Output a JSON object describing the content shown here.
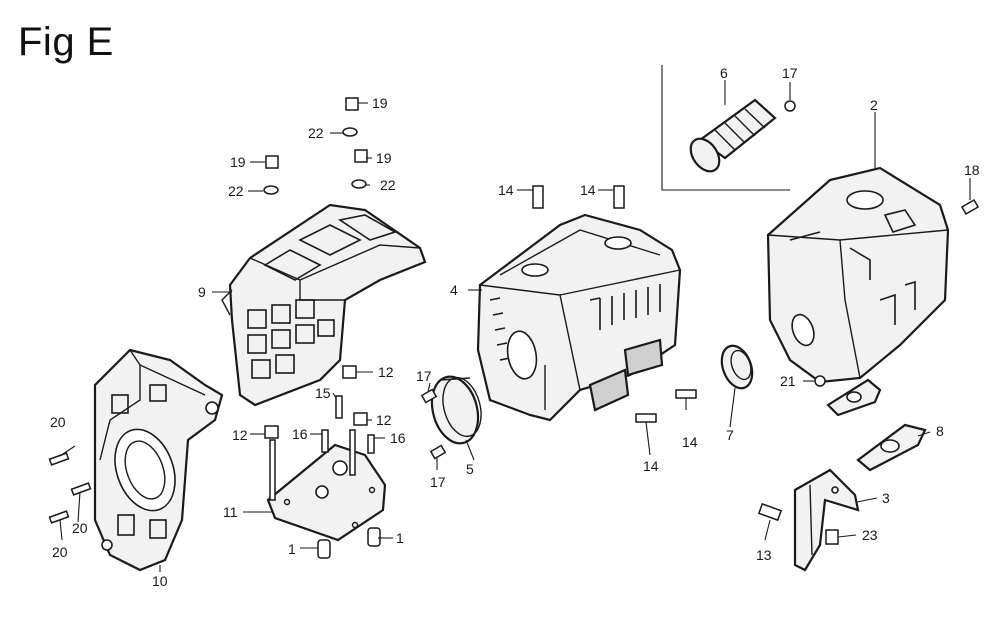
{
  "title": "Fig E",
  "callouts": {
    "c1a": "1",
    "c1b": "1",
    "c2": "2",
    "c3": "3",
    "c4": "4",
    "c5": "5",
    "c6": "6",
    "c7": "7",
    "c8": "8",
    "c9": "9",
    "c10": "10",
    "c11": "11",
    "c12a": "12",
    "c12b": "12",
    "c12c": "12",
    "c13": "13",
    "c14a": "14",
    "c14b": "14",
    "c14c": "14",
    "c14d": "14",
    "c15": "15",
    "c16a": "16",
    "c16b": "16",
    "c17a": "17",
    "c17b": "17",
    "c17c": "17",
    "c18": "18",
    "c19a": "19",
    "c19b": "19",
    "c19c": "19",
    "c20a": "20",
    "c20b": "20",
    "c20c": "20",
    "c21": "21",
    "c22a": "22",
    "c22b": "22",
    "c22c": "22",
    "c23": "23"
  }
}
